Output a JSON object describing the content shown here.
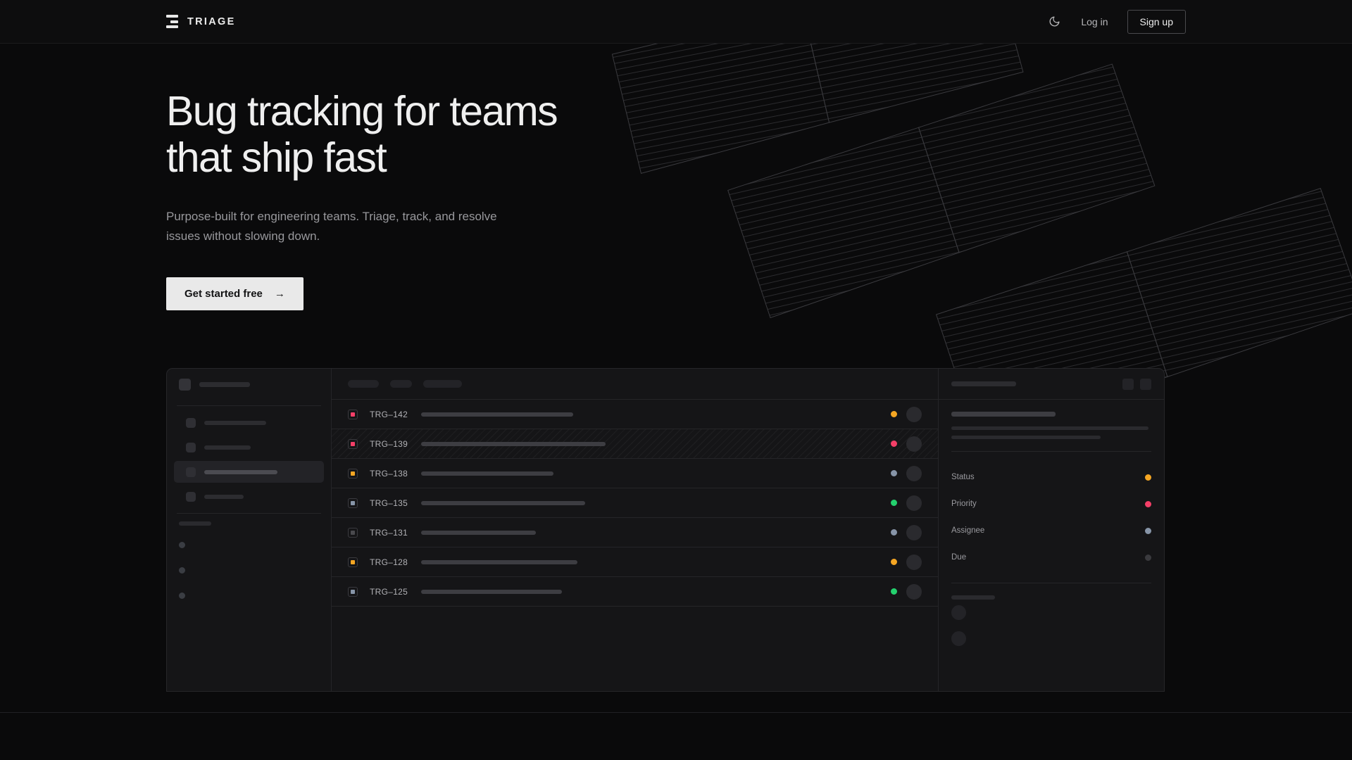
{
  "brand": {
    "name": "TRIAGE",
    "logo_icon": "stacked-bars-icon"
  },
  "nav": {
    "theme_toggle_icon": "moon-icon",
    "login_label": "Log in",
    "signup_label": "Sign up"
  },
  "hero": {
    "headline_line1": "Bug tracking for teams",
    "headline_line2": "that ship fast",
    "subheadline": "Purpose-built for engineering teams. Triage, track, and resolve issues without slowing down.",
    "cta_label": "Get started free",
    "cta_arrow": "→"
  },
  "colors": {
    "page_bg": "#0a0a0b",
    "nav_bg": "#0d0d0e",
    "card_bg": "#151517",
    "border": "#262629",
    "cta_bg": "#e9e9e9",
    "status_orange": "#f5a623",
    "status_pink": "#f43f68",
    "status_green": "#24d16e",
    "status_blue_gray": "#8795a8",
    "status_muted": "#3a3a3e"
  },
  "mockup": {
    "sidebar": {
      "nav_items": [
        {
          "width": 88,
          "active": false
        },
        {
          "width": 66,
          "active": false
        },
        {
          "width": 104,
          "active": true
        },
        {
          "width": 56,
          "active": false
        }
      ],
      "section_label_width": 46,
      "dot_items": 3
    },
    "toolbar_pills": [
      {
        "width": 44
      },
      {
        "width": 31
      },
      {
        "width": 55
      }
    ],
    "rows": [
      {
        "id": "TRG–142",
        "priority_color": "#f43f68",
        "status_color": "#f5a623",
        "title_width": 216,
        "hatched": false
      },
      {
        "id": "TRG–139",
        "priority_color": "#f43f68",
        "status_color": "#f43f68",
        "title_width": 262,
        "hatched": true
      },
      {
        "id": "TRG–138",
        "priority_color": "#f5a623",
        "status_color": "#8795a8",
        "title_width": 188,
        "hatched": false
      },
      {
        "id": "TRG–135",
        "priority_color": "#8795a8",
        "status_color": "#24d16e",
        "title_width": 233,
        "hatched": false
      },
      {
        "id": "TRG–131",
        "priority_color": "#4a4a4e",
        "status_color": "#8795a8",
        "title_width": 163,
        "hatched": false
      },
      {
        "id": "TRG–128",
        "priority_color": "#f5a623",
        "status_color": "#f5a623",
        "title_width": 222,
        "hatched": false
      },
      {
        "id": "TRG–125",
        "priority_color": "#8795a8",
        "status_color": "#24d16e",
        "title_width": 200,
        "hatched": false
      }
    ],
    "detail": {
      "title_sk_width": 92,
      "subtitle_sk_width": 148,
      "body_sk_widths": [
        280,
        212
      ],
      "meta": [
        {
          "label": "Status",
          "dot_color": "#f5a623"
        },
        {
          "label": "Priority",
          "dot_color": "#f43f68"
        },
        {
          "label": "Assignee",
          "dot_color": "#8795a8"
        },
        {
          "label": "Due",
          "dot_color": "#3a3a3e"
        }
      ],
      "comments_label_width": 62,
      "comment_count": 2
    }
  }
}
